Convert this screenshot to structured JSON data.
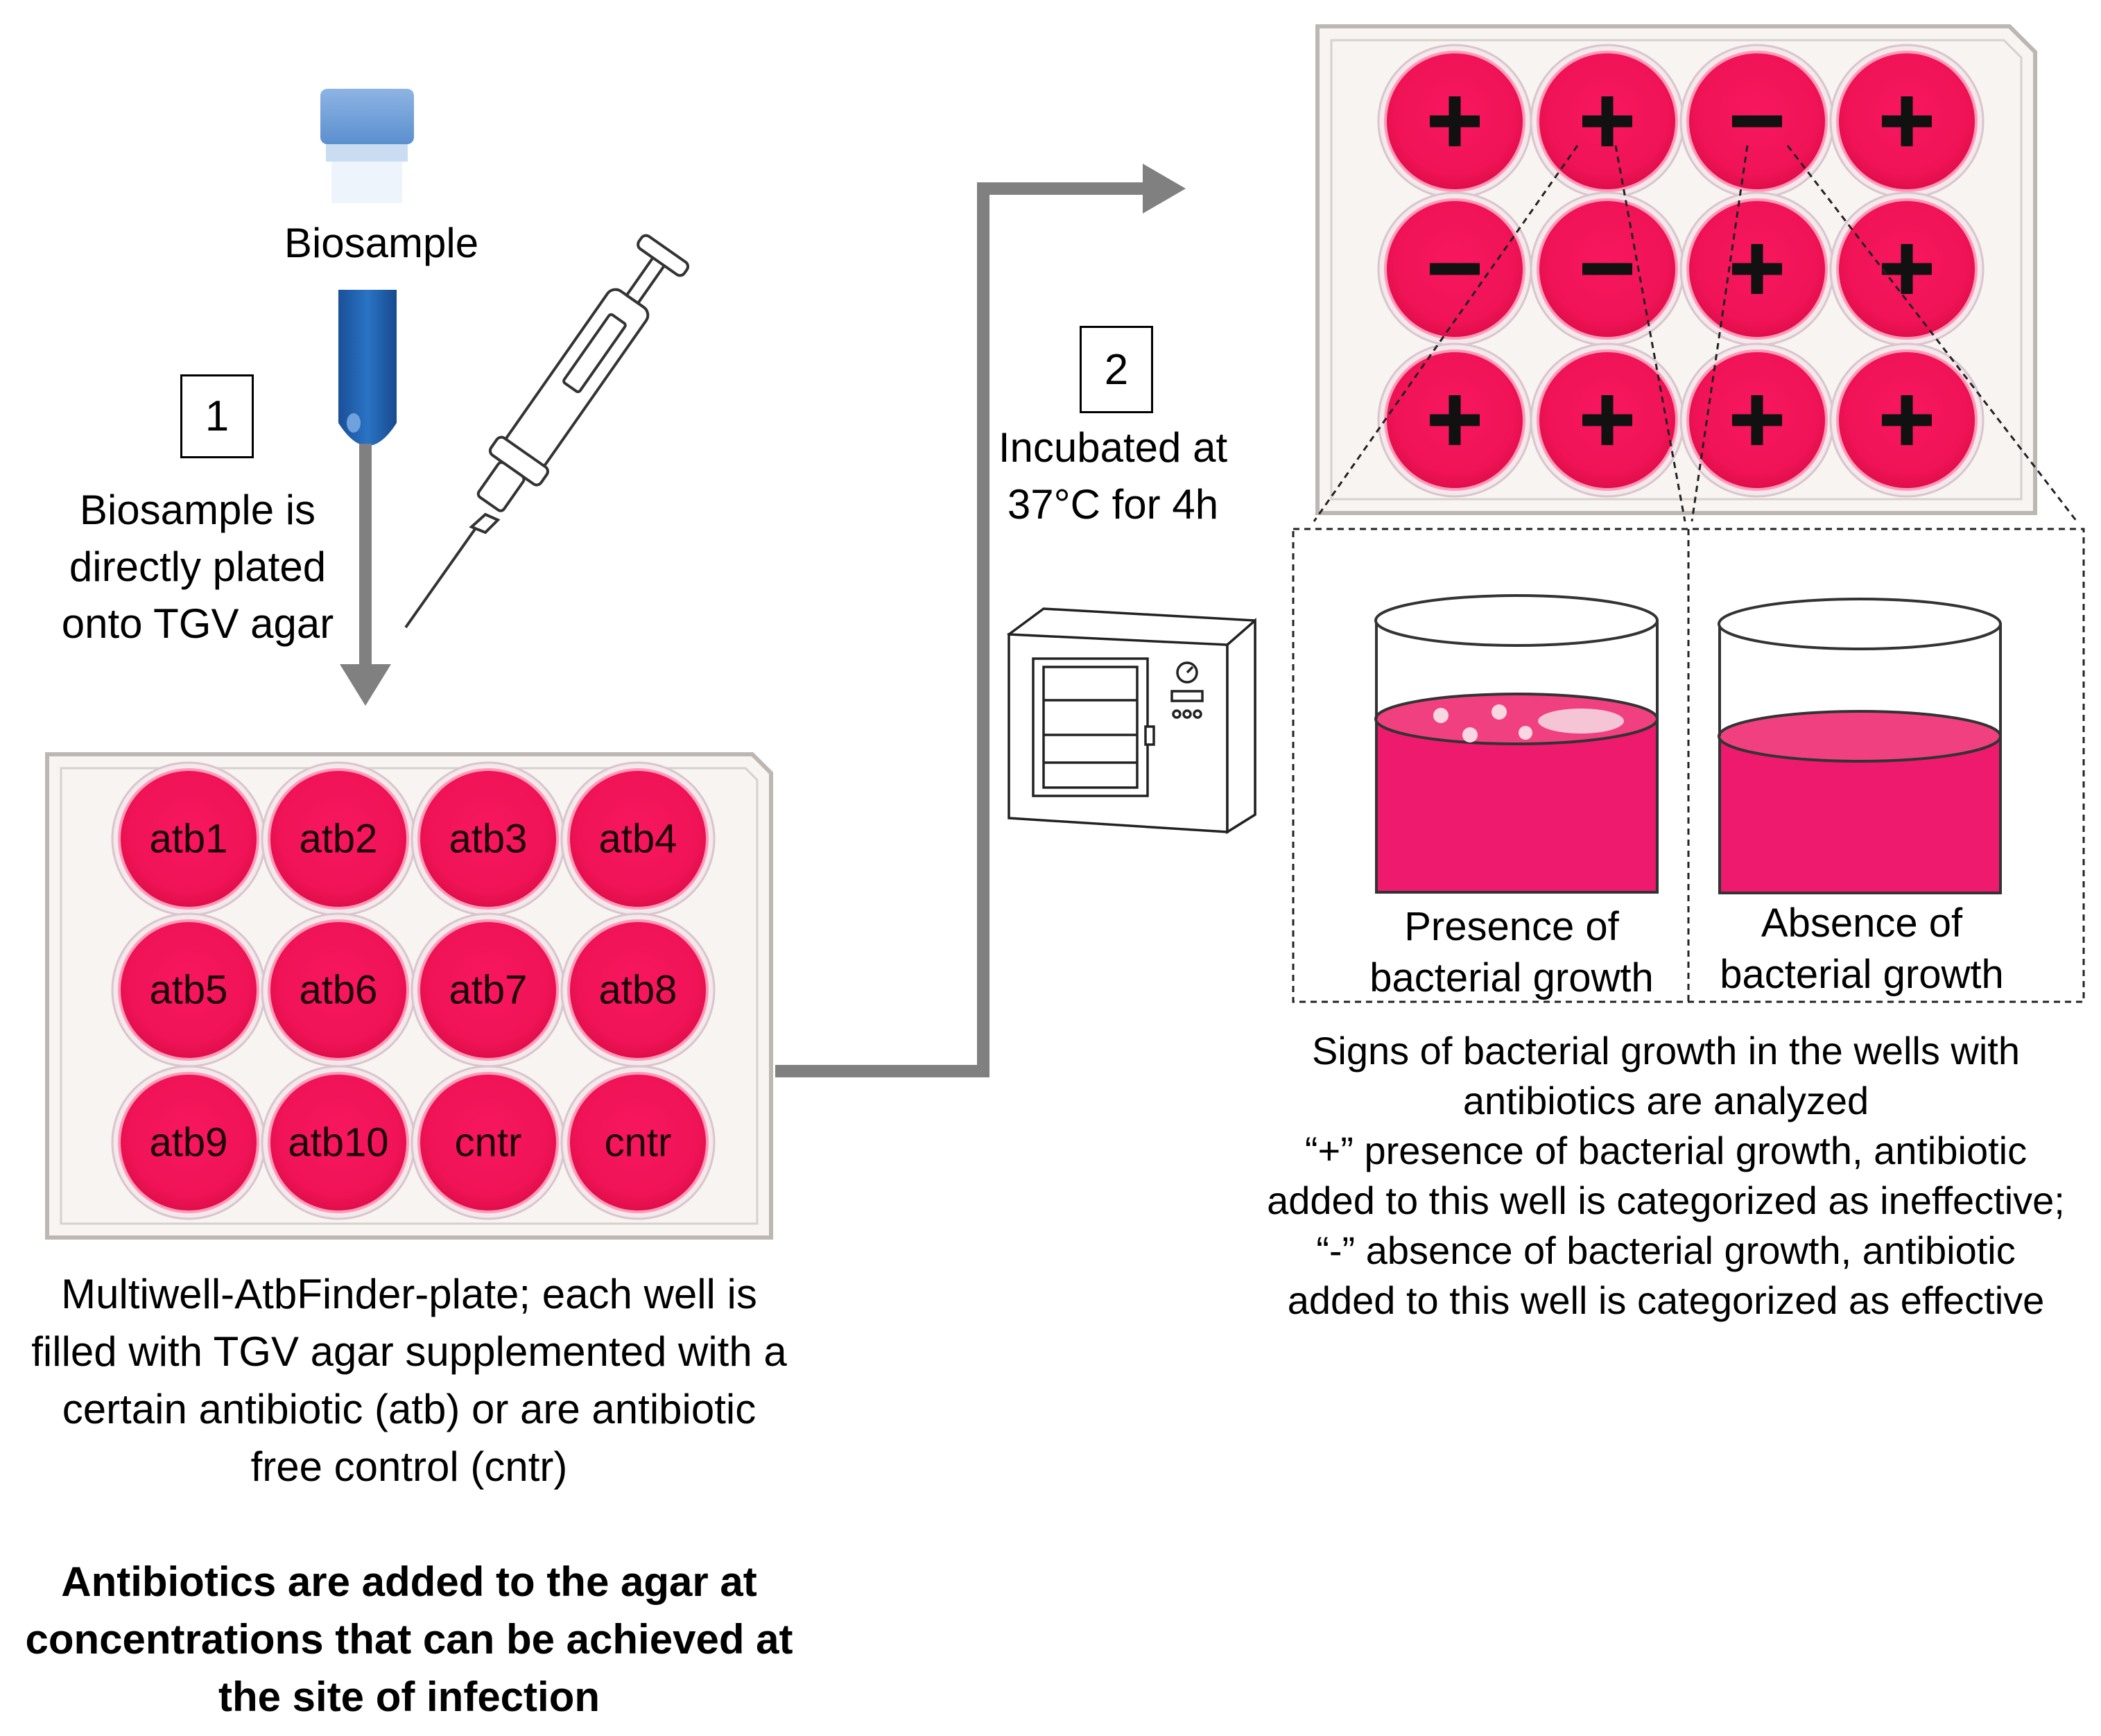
{
  "biosample_label": "Biosample",
  "step1": {
    "number": "1",
    "text": "Biosample is directly plated onto TGV agar"
  },
  "step2": {
    "number": "2",
    "text": "Incubated at 37°C for 4h"
  },
  "plate_wells": [
    [
      "atb1",
      "atb2",
      "atb3",
      "atb4"
    ],
    [
      "atb5",
      "atb6",
      "atb7",
      "atb8"
    ],
    [
      "atb9",
      "atb10",
      "cntr",
      "cntr"
    ]
  ],
  "result_wells": [
    [
      "+",
      "+",
      "-",
      "+"
    ],
    [
      "-",
      "-",
      "+",
      "+"
    ],
    [
      "+",
      "+",
      "+",
      "+"
    ]
  ],
  "presence_label": "Presence of bacterial growth",
  "absence_label": "Absence of bacterial growth",
  "plate_caption": "Multiwell-AtbFinder-plate;  each well is filled with TGV agar supplemented  with a certain antibiotic (atb) or are antibiotic free control (cntr)",
  "plate_caption_bold": "Antibiotics  are added to the agar at concentrations that can be achieved at the site of infection",
  "analysis_caption": {
    "line1": "Signs of bacterial growth in the wells with antibiotics are analyzed",
    "line2": "“+” presence of bacterial growth, antibiotic added to this well is categorized as ineffective;",
    "line3": "“-” absence of bacterial growth, antibiotic added to this well is categorized as effective"
  },
  "colors": {
    "well_fill": "#f2145a",
    "well_rim": "#ff9ab8",
    "agar": "#ec1a6c",
    "arrow": "#808080",
    "tube_cap": "#7aa6d8",
    "tube_blue": "#1f5fae"
  }
}
